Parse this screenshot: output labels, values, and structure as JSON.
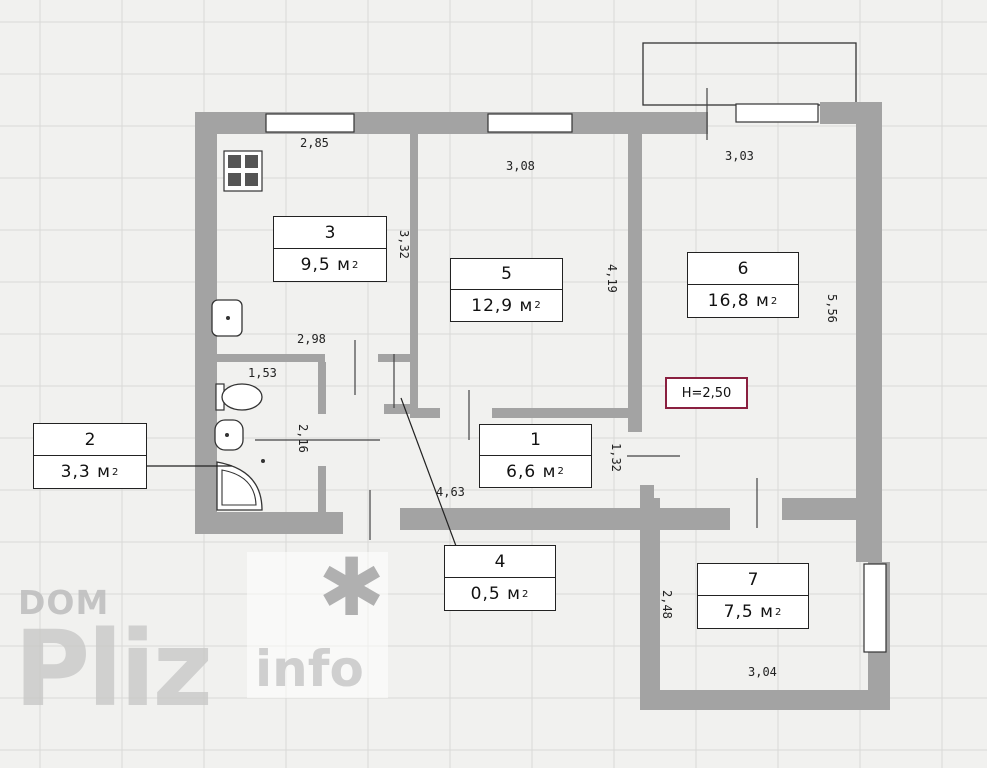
{
  "rooms": [
    {
      "id": "1",
      "number": "1",
      "area": "6,6 м",
      "sup": "2"
    },
    {
      "id": "2",
      "number": "2",
      "area": "3,3 м",
      "sup": "2"
    },
    {
      "id": "3",
      "number": "3",
      "area": "9,5 м",
      "sup": "2"
    },
    {
      "id": "4",
      "number": "4",
      "area": "0,5 м",
      "sup": "2"
    },
    {
      "id": "5",
      "number": "5",
      "area": "12,9 м",
      "sup": "2"
    },
    {
      "id": "6",
      "number": "6",
      "area": "16,8 м",
      "sup": "2"
    },
    {
      "id": "7",
      "number": "7",
      "area": "7,5 м",
      "sup": "2"
    }
  ],
  "ceiling_height": "H=2,50",
  "dimensions": {
    "d_2_85": "2,85",
    "d_3_08": "3,08",
    "d_3_03": "3,03",
    "d_3_32": "3,32",
    "d_4_19": "4,19",
    "d_5_56": "5,56",
    "d_2_98": "2,98",
    "d_1_53": "1,53",
    "d_2_16": "2,16",
    "d_1_32": "1,32",
    "d_4_63": "4,63",
    "d_2_48": "2,48",
    "d_3_04": "3,04"
  },
  "watermark": {
    "top": "DOM",
    "main": "Pliz",
    "suffix": "info"
  },
  "colors": {
    "wall": "#a3a3a3",
    "frame": "#b5194d",
    "grid": "#d9d9d7"
  }
}
